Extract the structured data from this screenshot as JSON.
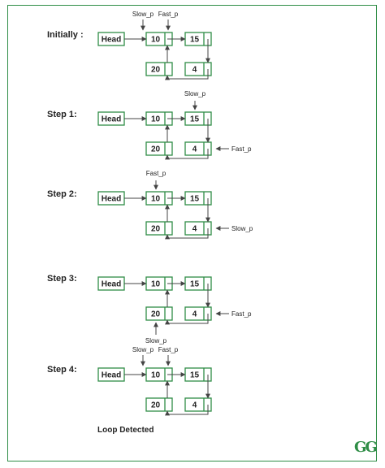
{
  "colors": {
    "border": "#2f8d46",
    "node": "#2f8d46",
    "arrow": "#444444"
  },
  "head_label": "Head",
  "node_values": [
    "10",
    "15",
    "20",
    "4"
  ],
  "footer": "Loop Detected",
  "logo_text": "GG",
  "steps": [
    {
      "label": "Initially :",
      "pointers": [
        {
          "text": "Slow_p",
          "target": "10"
        },
        {
          "text": "Fast_p",
          "target": "10"
        }
      ]
    },
    {
      "label": "Step 1:",
      "pointers": [
        {
          "text": "Slow_p",
          "target": "15"
        },
        {
          "text": "Fast_p",
          "target": "4"
        }
      ]
    },
    {
      "label": "Step 2:",
      "pointers": [
        {
          "text": "Fast_p",
          "target": "10"
        },
        {
          "text": "Slow_p",
          "target": "4"
        }
      ]
    },
    {
      "label": "Step 3:",
      "pointers": [
        {
          "text": "Fast_p",
          "target": "4"
        },
        {
          "text": "Slow_p",
          "target": "20"
        }
      ]
    },
    {
      "label": "Step 4:",
      "pointers": [
        {
          "text": "Slow_p",
          "target": "10"
        },
        {
          "text": "Fast_p",
          "target": "10"
        }
      ]
    }
  ]
}
